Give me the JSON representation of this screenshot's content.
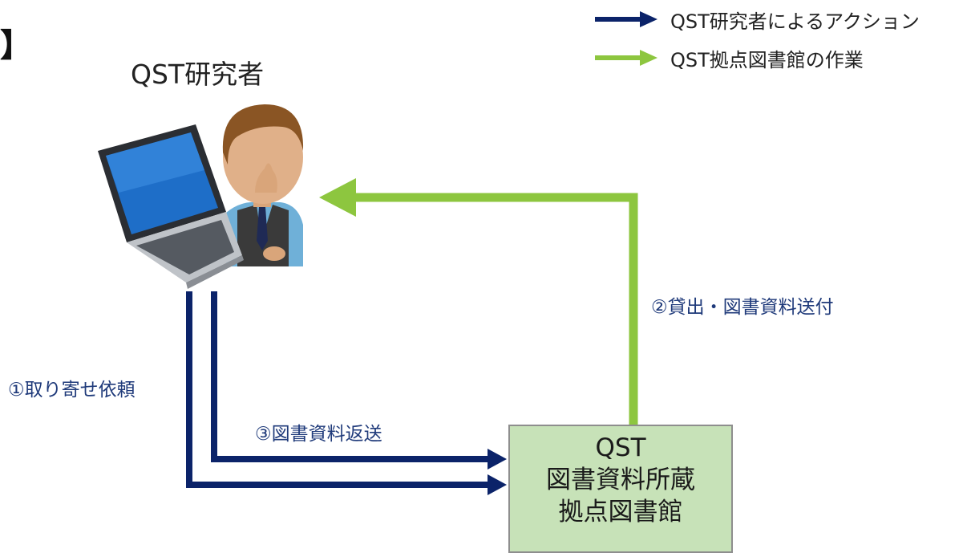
{
  "header": {
    "bracket": "】",
    "researcher_title": "QST研究者"
  },
  "legend": {
    "items": [
      {
        "label": "QST研究者によるアクション",
        "color": "#0b2369"
      },
      {
        "label": "QST拠点図書館の作業",
        "color": "#8dc63f"
      }
    ]
  },
  "flows": {
    "request": "①取り寄せ依頼",
    "lend": "②貸出・図書資料送付",
    "return": "③図書資料返送"
  },
  "library_box": {
    "lines": [
      "QST",
      "図書資料所蔵",
      "拠点図書館"
    ]
  },
  "colors": {
    "researcher_action": "#0b2369",
    "library_action": "#8dc63f",
    "box_fill": "#c7e2b8"
  },
  "icons": {
    "researcher": "researcher-with-laptop-icon"
  }
}
